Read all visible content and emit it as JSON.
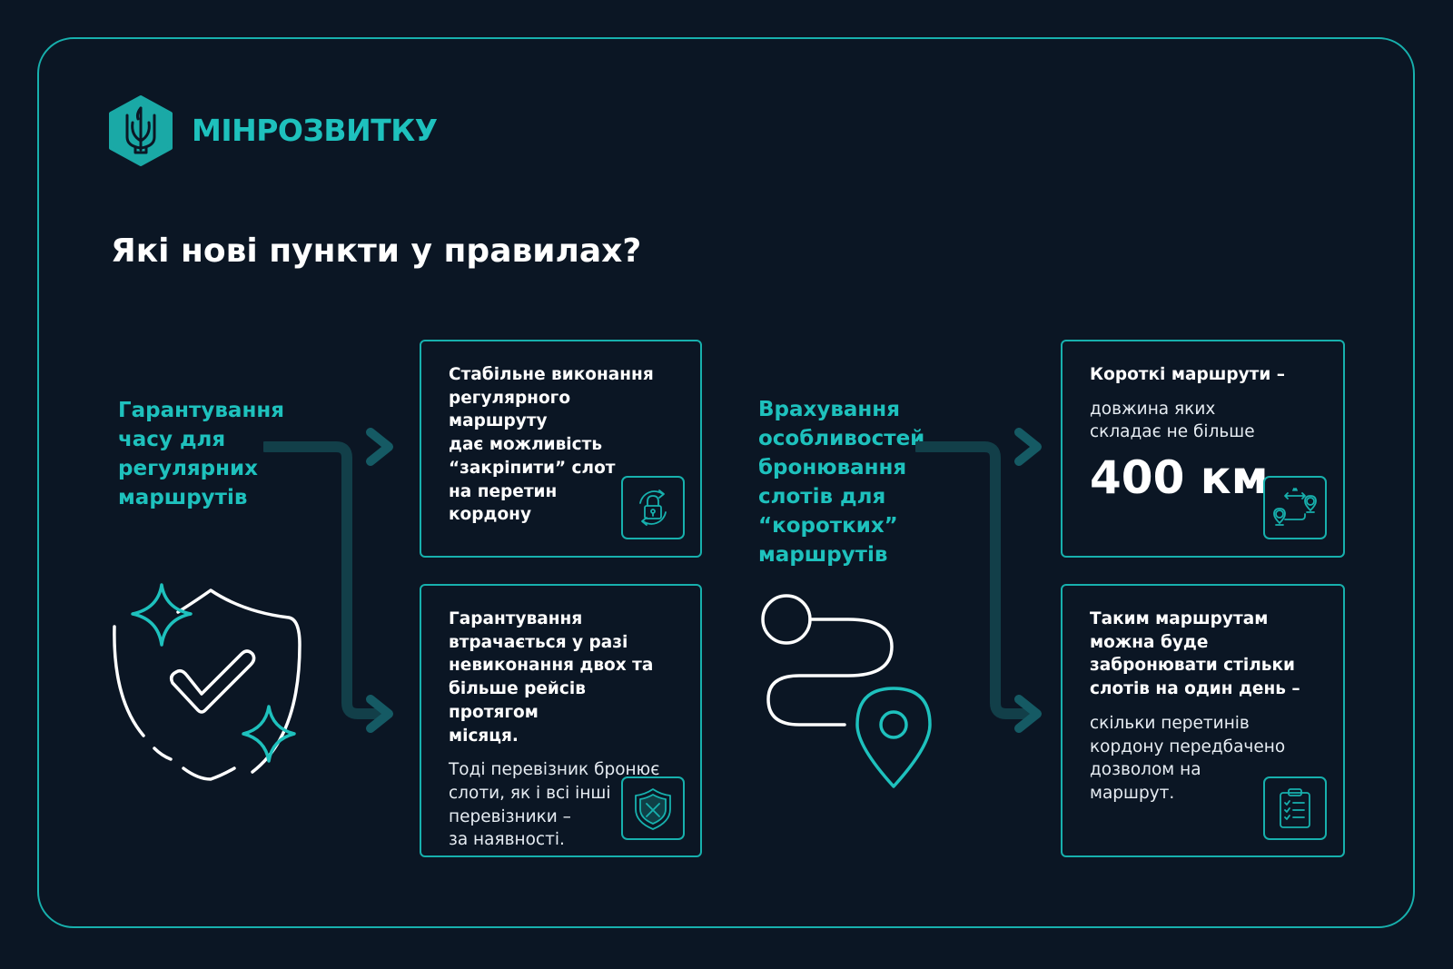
{
  "brand": {
    "name": "МІНРОЗВИТКУ"
  },
  "heading": "Які нові пункти у правилах?",
  "colors": {
    "background": "#0b1624",
    "accent": "#1ec1bd",
    "border": "#17b0ad",
    "text": "#ffffff"
  },
  "left_section": {
    "title": "Гарантування\nчасу для\nрегулярних\nмаршрутів",
    "cards": [
      {
        "bold": "Стабільне виконання\nрегулярного маршруту\nдає можливість\n“закріпити” слот\nна перетин\nкордону",
        "icon": "lock-refresh-icon"
      },
      {
        "bold": "Гарантування\nвтрачається у разі\nневиконання двох та\nбільше рейсів протягом\nмісяця.",
        "regular": "Тоді перевізник бронює\nслоти, як і всі інші\nперевізники –\nза наявності.",
        "icon": "shield-cross-icon"
      }
    ],
    "illustration": "shield-check-sparkles-icon"
  },
  "right_section": {
    "title": "Врахування\nособливостей\nбронювання\nслотів для\n“коротких”\nмаршрутів",
    "cards": [
      {
        "bold": "Короткі маршрути –",
        "regular": "довжина яких\nскладає не більше",
        "big": "400 км",
        "icon": "route-distance-icon"
      },
      {
        "bold": "Таким маршрутам\nможна буде\nзабронювати стільки\nслотів на один день –",
        "regular": "скільки перетинів\nкордону передбачено\nдозволом на\nмаршрут.",
        "icon": "clipboard-checklist-icon"
      }
    ],
    "illustration": "route-pin-icon"
  }
}
